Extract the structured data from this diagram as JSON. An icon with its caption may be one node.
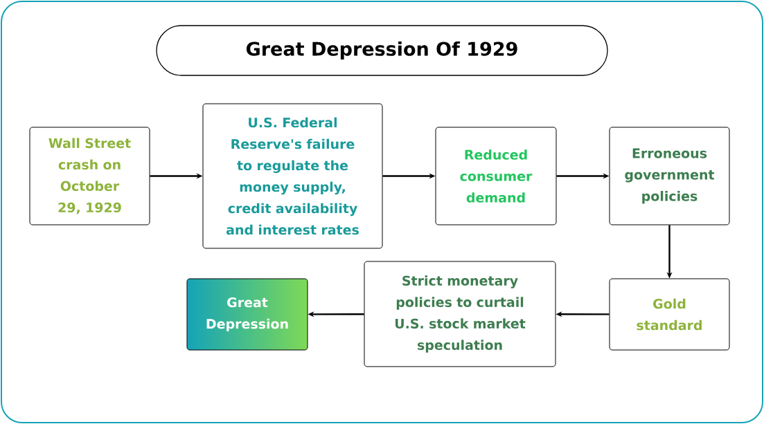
{
  "diagram": {
    "title": "Great Depression Of 1929",
    "nodes": [
      {
        "text": [
          "Wall Street crash on October 29, 1929"
        ]
      },
      {
        "text": [
          "U.S. Federal Reserve's failure to regulate the money supply, credit availability and interest rates"
        ]
      },
      {
        "text": [
          "Reduced consumer demand"
        ]
      },
      {
        "text": [
          "Erroneous government policies"
        ]
      },
      {
        "text": [
          "Gold standard"
        ]
      },
      {
        "text": [
          "Strict monetary policies to curtail U.S. stock market speculation"
        ]
      },
      {
        "text": [
          "Great Depression"
        ]
      }
    ],
    "edges": [
      {
        "from": 0,
        "to": 1,
        "arrow": "to"
      },
      {
        "from": 1,
        "to": 2,
        "arrow": "to"
      },
      {
        "from": 2,
        "to": 3,
        "arrow": "to"
      },
      {
        "from": 3,
        "to": 4,
        "arrow": "to"
      },
      {
        "from": 4,
        "to": 5,
        "arrow": "to"
      },
      {
        "from": 5,
        "to": 6,
        "arrow": "to"
      }
    ]
  }
}
